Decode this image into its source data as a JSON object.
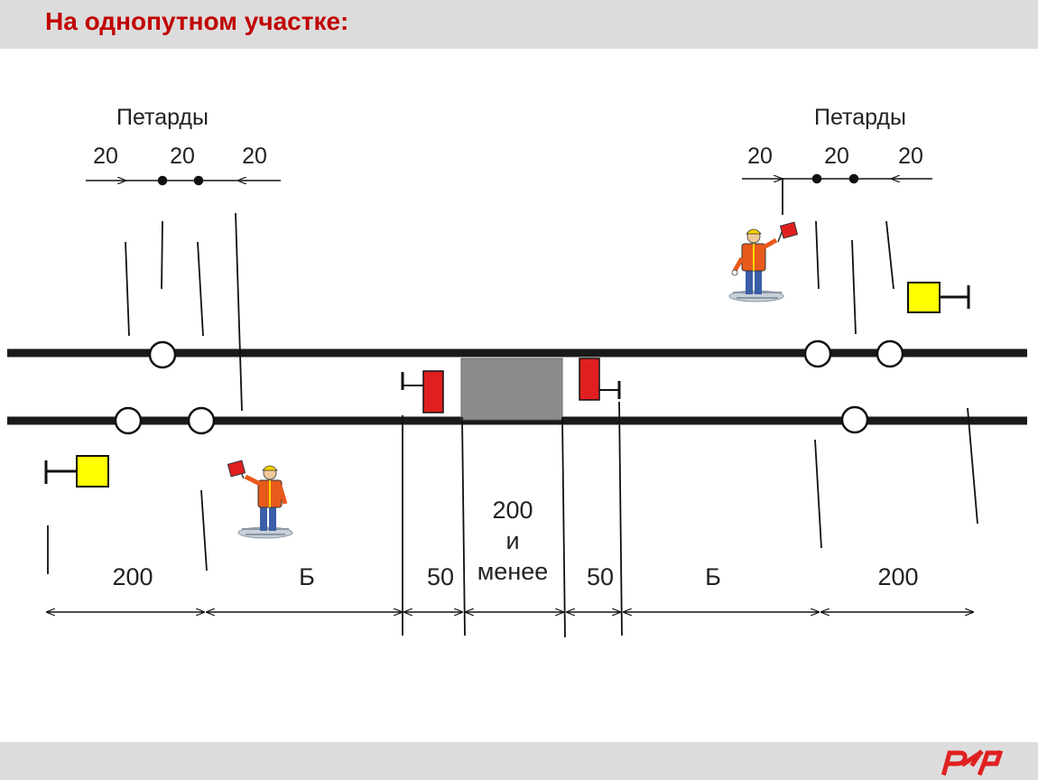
{
  "header": {
    "title": "На однопутном участке:"
  },
  "petards": {
    "left": {
      "label": "Петарды",
      "spacings": [
        "20",
        "20",
        "20"
      ]
    },
    "right": {
      "label": "Петарды",
      "spacings": [
        "20",
        "20",
        "20"
      ]
    }
  },
  "dimensions": {
    "d1": "200",
    "d2": "Б",
    "d3": "50",
    "d4_line1": "200",
    "d4_line2": "и",
    "d4_line3": "менее",
    "d5": "50",
    "d6": "Б",
    "d7": "200"
  },
  "colors": {
    "title": "#c00000",
    "rail": "#1a1a1a",
    "signal_yellow": "#ffff00",
    "signal_red": "#e02020",
    "obstacle": "#8c8c8c",
    "band": "#dcdcdc"
  },
  "logo": {
    "name": "rzd-logo",
    "text": "РЖД"
  }
}
